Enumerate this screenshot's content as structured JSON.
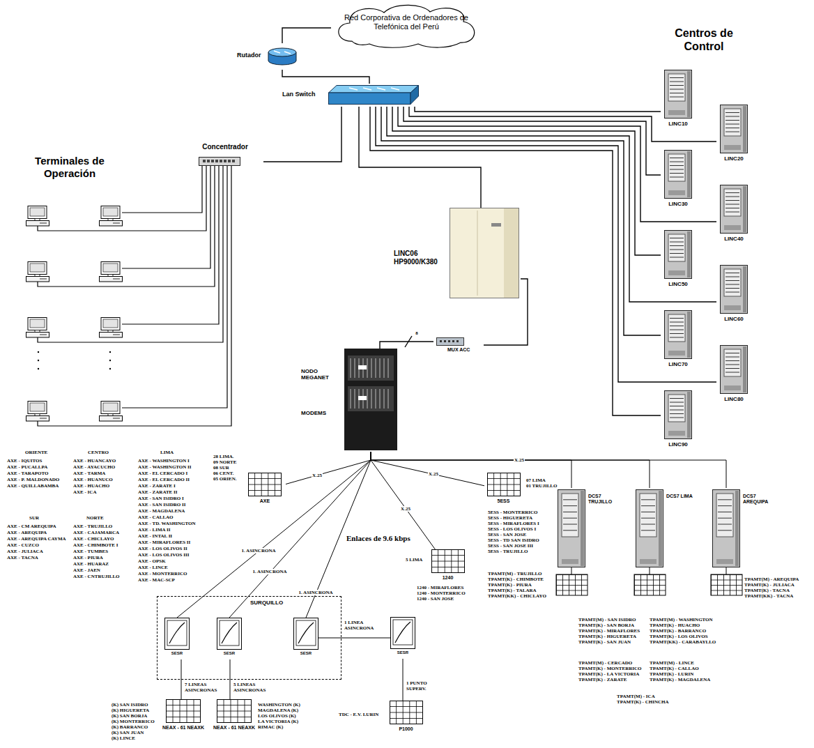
{
  "diagram": {
    "nodes": [
      {
        "text": [
          "Red Corporativa de Ordenadores de Telefónica del Perú"
        ]
      },
      {
        "text": [
          "Rutador"
        ]
      },
      {
        "text": [
          "Lan Switch"
        ]
      },
      {
        "text": [
          "Concentrador"
        ]
      },
      {
        "text": [
          "LINC10"
        ]
      },
      {
        "text": [
          "LINC20"
        ]
      },
      {
        "text": [
          "LINC30"
        ]
      },
      {
        "text": [
          "LINC40"
        ]
      },
      {
        "text": [
          "LINC50"
        ]
      },
      {
        "text": [
          "LINC60"
        ]
      },
      {
        "text": [
          "LINC70"
        ]
      },
      {
        "text": [
          "LINC80"
        ]
      },
      {
        "text": [
          "LINC90"
        ]
      },
      {
        "text": [
          "LINC06 HP9000/K380"
        ]
      },
      {
        "text": [
          "MUX ACC"
        ]
      },
      {
        "text": [
          "NODO MEGANET",
          "MODEMS"
        ]
      },
      {
        "text": [
          "AXE"
        ]
      },
      {
        "text": [
          "5ESS"
        ]
      },
      {
        "text": [
          "1240"
        ]
      },
      {
        "text": [
          "DCS7 TRUJILLO"
        ]
      },
      {
        "text": [
          "DCS7 LIMA"
        ]
      },
      {
        "text": [
          "DCS7 AREQUIPA"
        ]
      },
      {
        "text": [
          "SURQUILLO"
        ]
      },
      {
        "text": [
          "SESR"
        ],
        "in": 22
      },
      {
        "text": [
          "SESR"
        ],
        "in": 22
      },
      {
        "text": [
          "SESR"
        ],
        "in": 22
      },
      {
        "text": [
          "SESR"
        ]
      },
      {
        "text": [
          "NEAX - 61 NEAXK"
        ]
      },
      {
        "text": [
          "NEAX - 61 NEAXK"
        ]
      },
      {
        "text": [
          "P1000"
        ]
      }
    ],
    "edges": [
      {
        "from": 0,
        "to": 1,
        "arrow": "none"
      },
      {
        "from": 1,
        "to": 2,
        "arrow": "none"
      },
      {
        "from": 2,
        "to": 4,
        "arrow": "none"
      },
      {
        "from": 2,
        "to": 5,
        "arrow": "none"
      },
      {
        "from": 2,
        "to": 6,
        "arrow": "none"
      },
      {
        "from": 2,
        "to": 7,
        "arrow": "none"
      },
      {
        "from": 2,
        "to": 8,
        "arrow": "none"
      },
      {
        "from": 2,
        "to": 9,
        "arrow": "none"
      },
      {
        "from": 2,
        "to": 10,
        "arrow": "none"
      },
      {
        "from": 2,
        "to": 11,
        "arrow": "none"
      },
      {
        "from": 2,
        "to": 12,
        "arrow": "none"
      },
      {
        "from": 2,
        "to": 13,
        "arrow": "none"
      },
      {
        "from": 2,
        "to": 3,
        "arrow": "none"
      },
      {
        "from": 13,
        "to": 14,
        "arrow": "none"
      },
      {
        "from": 14,
        "to": 15,
        "label": "8",
        "arrow": "none"
      },
      {
        "from": 15,
        "to": 16,
        "label": "X.25",
        "arrow": "none"
      },
      {
        "from": 15,
        "to": 17,
        "label": "X.25",
        "arrow": "none"
      },
      {
        "from": 15,
        "to": 18,
        "label": "X.25",
        "arrow": "none"
      },
      {
        "from": 15,
        "to": 19,
        "arrow": "none"
      },
      {
        "from": 15,
        "to": 20,
        "label": "X.25",
        "arrow": "none"
      },
      {
        "from": 15,
        "to": 21,
        "arrow": "none"
      },
      {
        "from": 15,
        "to": 23,
        "label": "1. ASINCRONA",
        "arrow": "none"
      },
      {
        "from": 15,
        "to": 24,
        "label": "1. ASINCRONA",
        "arrow": "none"
      },
      {
        "from": 15,
        "to": 25,
        "label": "1. ASINCRONA",
        "arrow": "none"
      },
      {
        "from": 25,
        "to": 26,
        "label": "1 LINEA ASINCRONA",
        "arrow": "none"
      },
      {
        "from": 23,
        "to": 27,
        "label": "7 LINEAS ASINCRONAS",
        "arrow": "none"
      },
      {
        "from": 24,
        "to": 28,
        "label": "5 LINEAS ASINCRONAS",
        "arrow": "none"
      },
      {
        "from": 26,
        "to": 29,
        "label": "1 PUNTO SUPERV.",
        "arrow": "none"
      }
    ],
    "labels": [
      "Terminales de Operación",
      "Centros de Control",
      "Enlaces de 9.6 kbps",
      "ORIENTE",
      "AXE - IQUITOS",
      "AXE - PUCALLPA",
      "AXE - TARAPOTO",
      "AXE - P. MALDONADO",
      "AXE - QUILLABAMBA",
      "CENTRO",
      "AXE - HUANCAYO",
      "AXE - AYACUCHO",
      "AXE - TARMA",
      "AXE - HUANUCO",
      "AXE - HUACHO",
      "AXE - ICA",
      "LIMA",
      "AXE - WASHINGTON I",
      "AXE - WASHINGTON II",
      "AXE - EL CERCADO I",
      "AXE - EL CERCADO II",
      "AXE - ZARATE I",
      "AXE - ZARATE II",
      "AXE - SAN ISIDRO I",
      "AXE - SAN ISIDRO II",
      "AXE - MAGDALENA",
      "AXE - CALLAO",
      "AXE - TD. WASHINGTON",
      "AXE - LIMA II",
      "AXE - INTAL II",
      "AXE - MIRAFLORES II",
      "AXE - LOS OLIVOS II",
      "AXE - LOS OLIVOS III",
      "AXE - OPSK",
      "AXE - LINCE",
      "AXE - MONTERRICO",
      "AXE - MAC-SCP",
      "SUR",
      "AXE - CM AREQUIPA",
      "AXE - AREQUIPA",
      "AXE - AREQUIPA CAYMA",
      "AXE - CUZCO",
      "AXE - JULIACA",
      "AXE - TACNA",
      "NORTE",
      "AXE - TRUJILLO",
      "AXE - CAJAMARCA",
      "AXE - CHICLAYO",
      "AXE - CHIMBOTE I",
      "AXE - TUMBES",
      "AXE - PIURA",
      "AXE - HUARAZ",
      "AXE - JAEN",
      "AXE - CNTRUJILLO",
      "28 LIMA.",
      "09 NORTE",
      "08 SUR",
      "06 CENT.",
      "05 ORIEN.",
      "07 LIMA",
      "01 TRUJILLO",
      "5ESS - MONTERRICO",
      "5ESS - HIGUERETA",
      "5ESS - MIRAFLORES I",
      "5ESS - LOS OLIVOS I",
      "5ESS - SAN JOSE",
      "5ESS - TD SAN ISIDRO",
      "5ESS - SAN JOSE III",
      "5ESS - TRUJILLO",
      "5 LIMA",
      "1240 - MIRAFLORES",
      "1240 - MONTERRICO",
      "1240 - SAN JOSE",
      "TPAMT(M) - TRUJILLO",
      "TPAMT(K) - CHIMBOTE",
      "TPAMT(K) - PIURA",
      "TPAMT(K) - TALARA",
      "TPAMT(KK) - CHICLAYO",
      "TPAMT(M) - AREQUIPA",
      "TPAMT(K) - JULIACA",
      "TPAMT(K) - TACNA",
      "TPAMT(KK) - TACNA",
      "TPAMT(M) - SAN ISIDRO",
      "TPAMT(K) - SAN BORJA",
      "TPAMT(K) - MIRAFLORES",
      "TPAMT(K) - HIGUERETA",
      "TPAMT(K) - SAN JUAN",
      "TPAMT(M) - WASHINGTON",
      "TPAMT(K) - HUACHO",
      "TPAMT(K) - BARRANCO",
      "TPAMT(K) - LOS OLIVOS",
      "TPAMT(KK) - CARABAYLLO",
      "TPAMT(M) - CERCADO",
      "TPAMT(K) - MONTERRICO",
      "TPAMT(K) - LA VICTORIA",
      "TPAMT(K) - ZARATE",
      "TPAMT(M) - LINCE",
      "TPAMT(K) - CALLAO",
      "TPAMT(K) - LURIN",
      "TPAMT(K) - MAGDALENA",
      "TPAMT(M) - ICA",
      "TPAMT(K) - CHINCHA",
      "(K) SAN ISIDRO",
      "(K) HIGUERETA",
      "(K) SAN BORJA",
      "(K) MONTERRICO",
      "(K) BARRANCO",
      "(K) SAN JUAN",
      "(K) LINCE",
      "WASHINGTON (K)",
      "MAGDALENA (K)",
      "LOS OLIVOS (K)",
      "LA VICTORIA (K)",
      "RIMAC (K)",
      "TDC - E.V. LURIN"
    ]
  }
}
